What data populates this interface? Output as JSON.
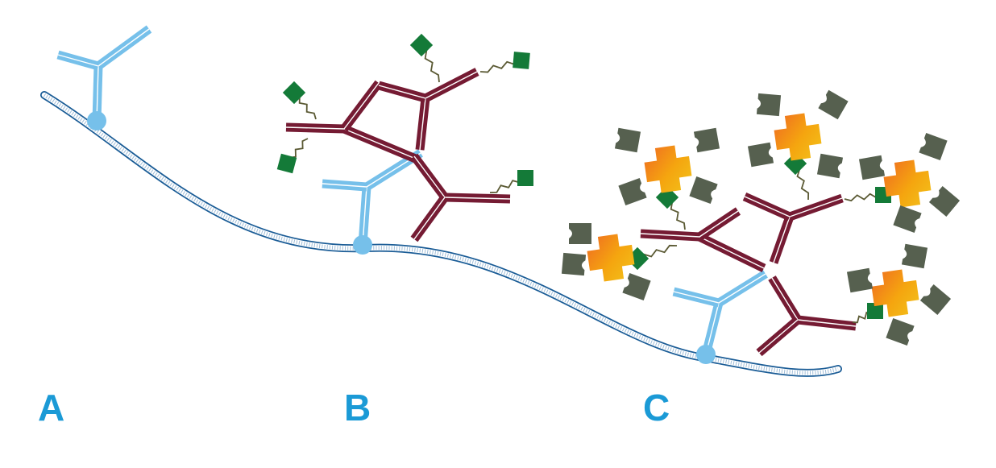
{
  "panels": {
    "a": {
      "label": "A"
    },
    "b": {
      "label": "B"
    },
    "c": {
      "label": "C"
    }
  },
  "colors": {
    "label": "#1b9ad6",
    "membrane_line": "#1a5c96",
    "membrane_fill": "#ffffff",
    "primary_antibody": "#76c0ea",
    "secondary_antibody": "#751b33",
    "tag": "#147a38",
    "linker": "#5b5a34",
    "enzyme_core": "#f5a50f",
    "enzyme_edge": "#ef6b22",
    "substrate": "#56604f"
  },
  "icons": {
    "membrane": "membrane-strand",
    "primary_antibody": "y-shaped-antibody-icon",
    "secondary_antibody": "y-shaped-antibody-icon",
    "tag": "square-tag-icon",
    "enzyme": "cross-enzyme-icon",
    "substrate": "substrate-shape-icon"
  }
}
